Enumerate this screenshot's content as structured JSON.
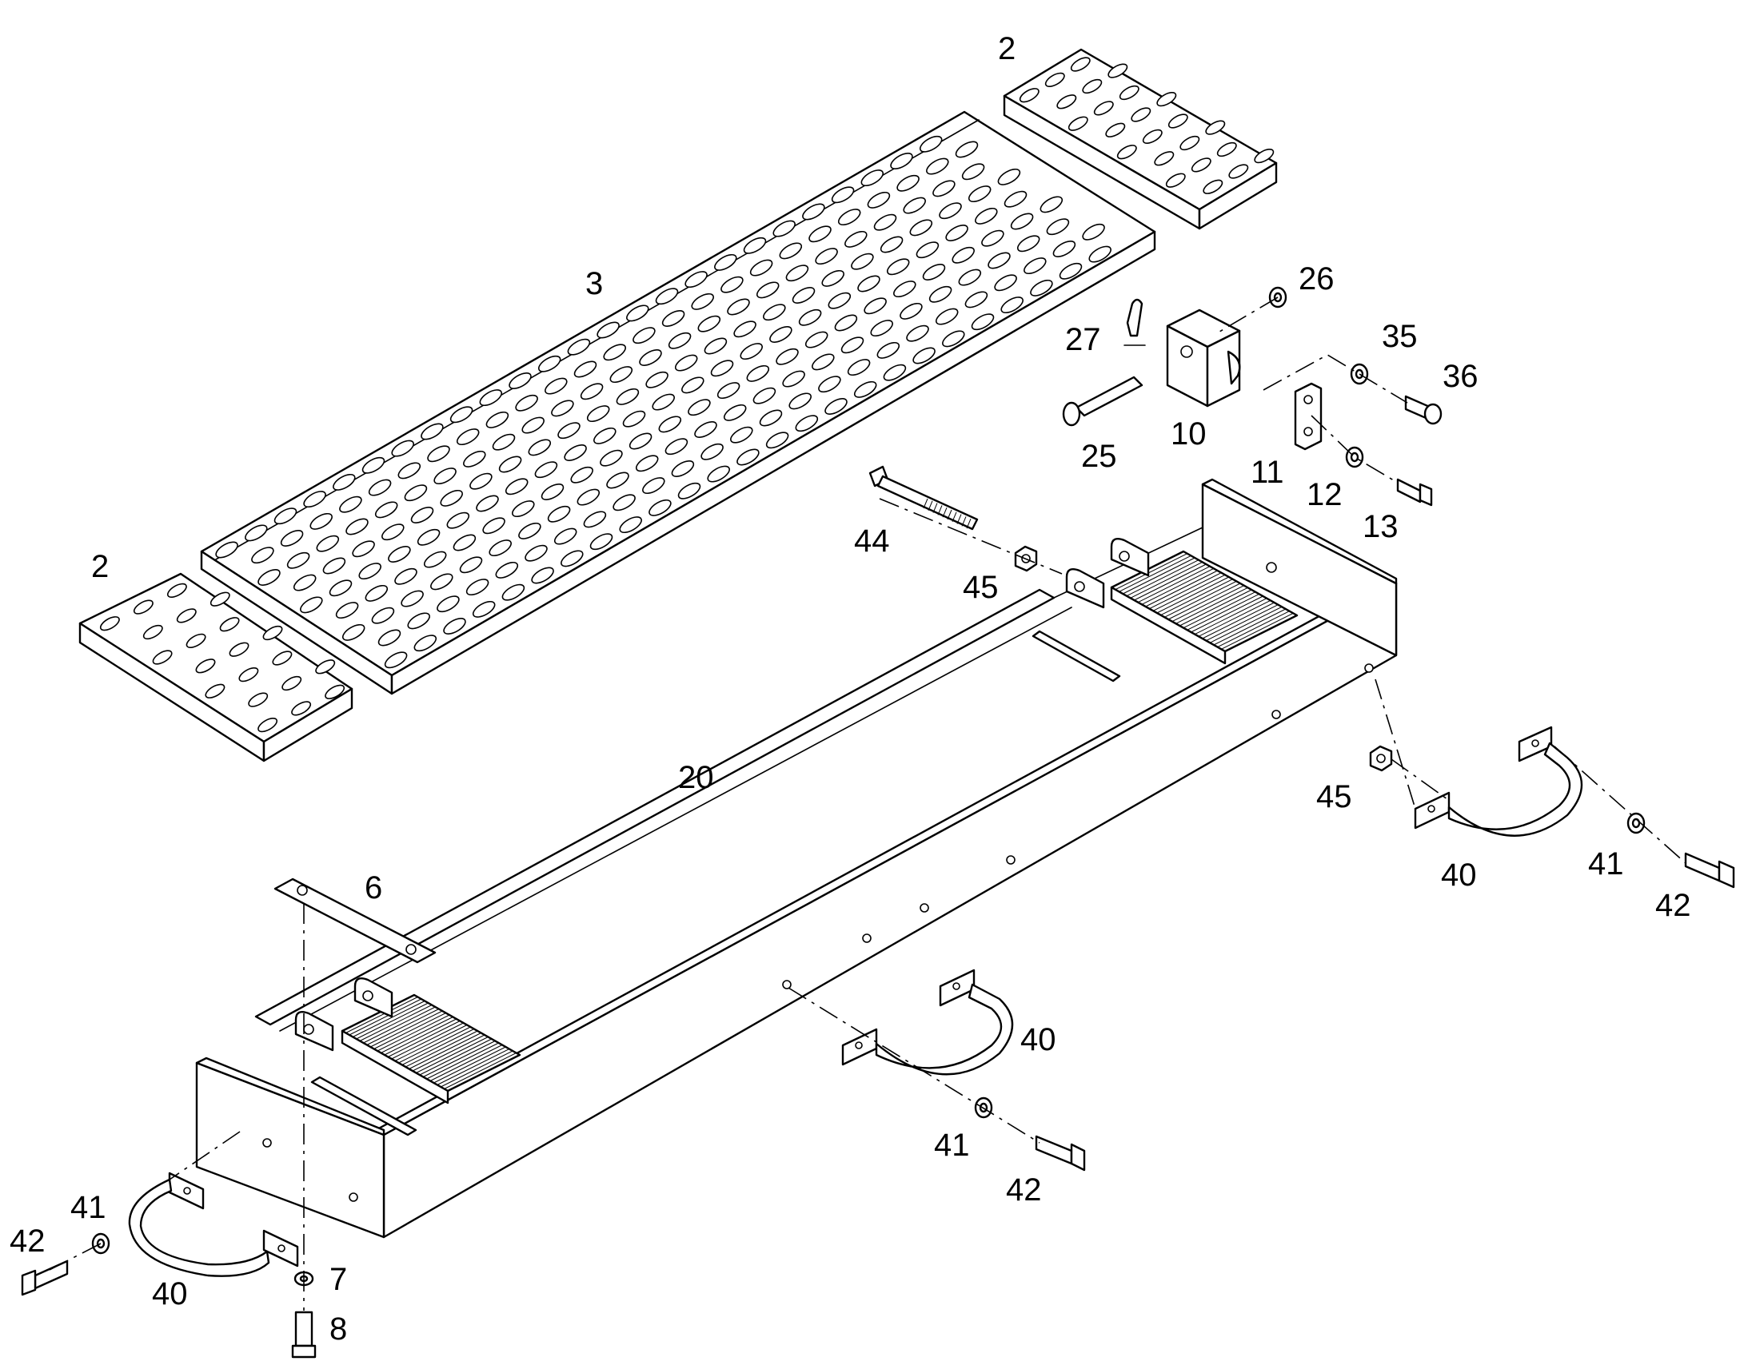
{
  "diagram": {
    "callouts": [
      {
        "id": "c2a",
        "label": "2"
      },
      {
        "id": "c2b",
        "label": "2"
      },
      {
        "id": "c3",
        "label": "3"
      },
      {
        "id": "c26",
        "label": "26"
      },
      {
        "id": "c27",
        "label": "27"
      },
      {
        "id": "c35",
        "label": "35"
      },
      {
        "id": "c36",
        "label": "36"
      },
      {
        "id": "c10",
        "label": "10"
      },
      {
        "id": "c25",
        "label": "25"
      },
      {
        "id": "c11",
        "label": "11"
      },
      {
        "id": "c12",
        "label": "12"
      },
      {
        "id": "c13",
        "label": "13"
      },
      {
        "id": "c44",
        "label": "44"
      },
      {
        "id": "c45a",
        "label": "45"
      },
      {
        "id": "c45b",
        "label": "45"
      },
      {
        "id": "c20",
        "label": "20"
      },
      {
        "id": "c6",
        "label": "6"
      },
      {
        "id": "c40a",
        "label": "40"
      },
      {
        "id": "c41a",
        "label": "41"
      },
      {
        "id": "c42a",
        "label": "42"
      },
      {
        "id": "c40b",
        "label": "40"
      },
      {
        "id": "c41b",
        "label": "41"
      },
      {
        "id": "c42b",
        "label": "42"
      },
      {
        "id": "c42c",
        "label": "42"
      },
      {
        "id": "c41c",
        "label": "41"
      },
      {
        "id": "c40c",
        "label": "40"
      },
      {
        "id": "c7",
        "label": "7"
      },
      {
        "id": "c8",
        "label": "8"
      }
    ]
  }
}
